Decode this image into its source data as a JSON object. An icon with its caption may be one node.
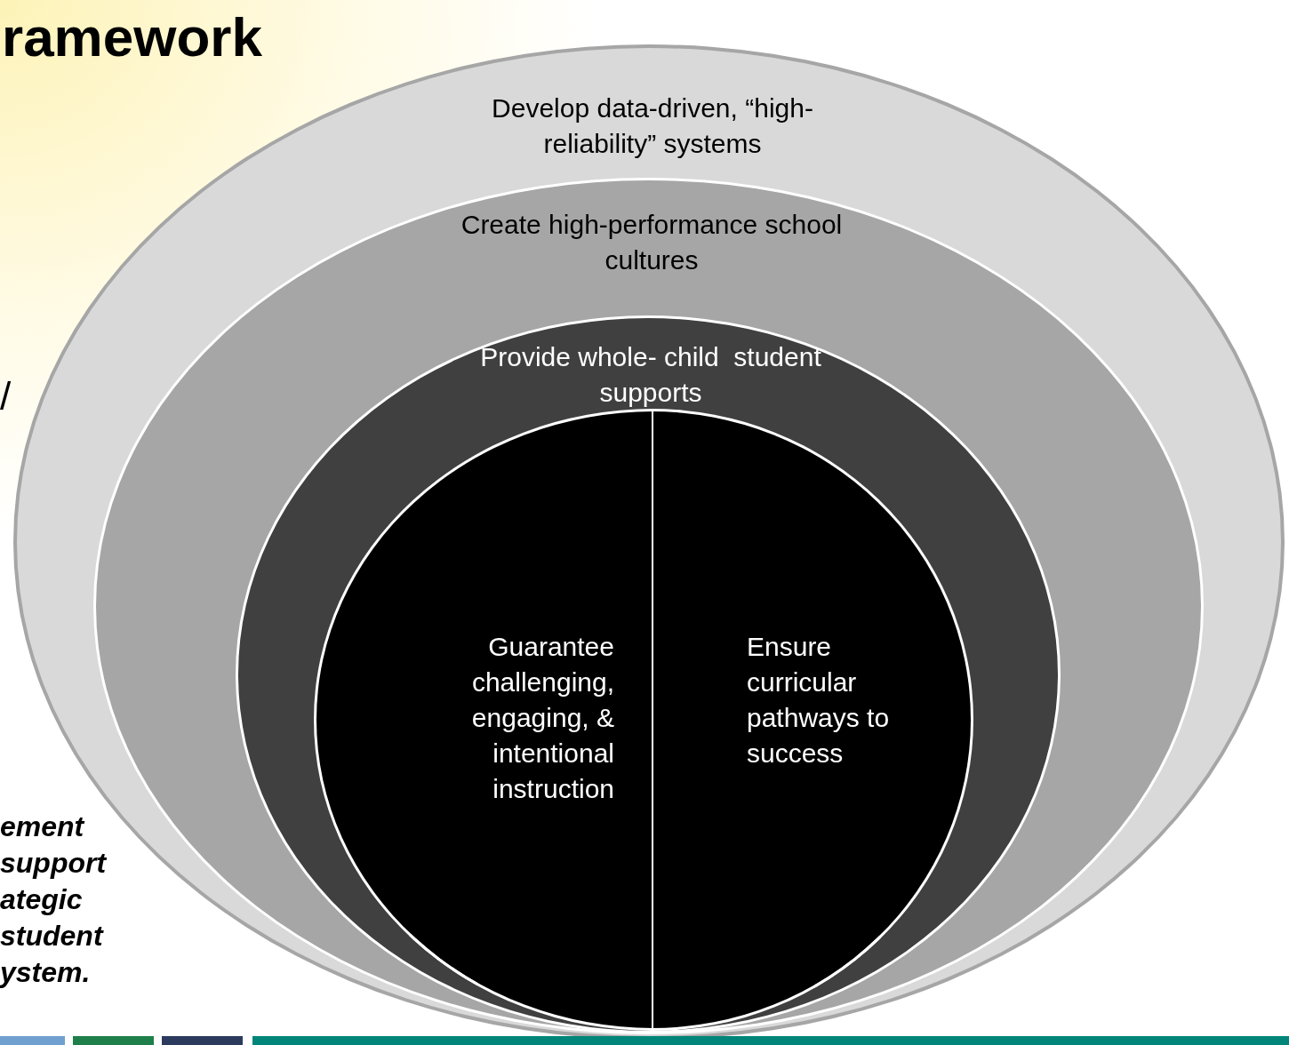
{
  "diagram": {
    "title": "ramework",
    "nodes": [
      {
        "text": [
          "Develop data-driven, “high-reliability” systems"
        ]
      },
      {
        "text": [
          "Create high-performance school cultures"
        ],
        "in": 0
      },
      {
        "text": [
          "Provide whole- child  student supports"
        ],
        "in": 1
      },
      {
        "text": [
          "Guarantee challenging, engaging, & intentional instruction"
        ],
        "in": 2
      },
      {
        "text": [
          "Ensure curricular pathways to success"
        ],
        "in": 2
      }
    ],
    "labels": [
      "/",
      "ement support ategic student ystem."
    ]
  }
}
